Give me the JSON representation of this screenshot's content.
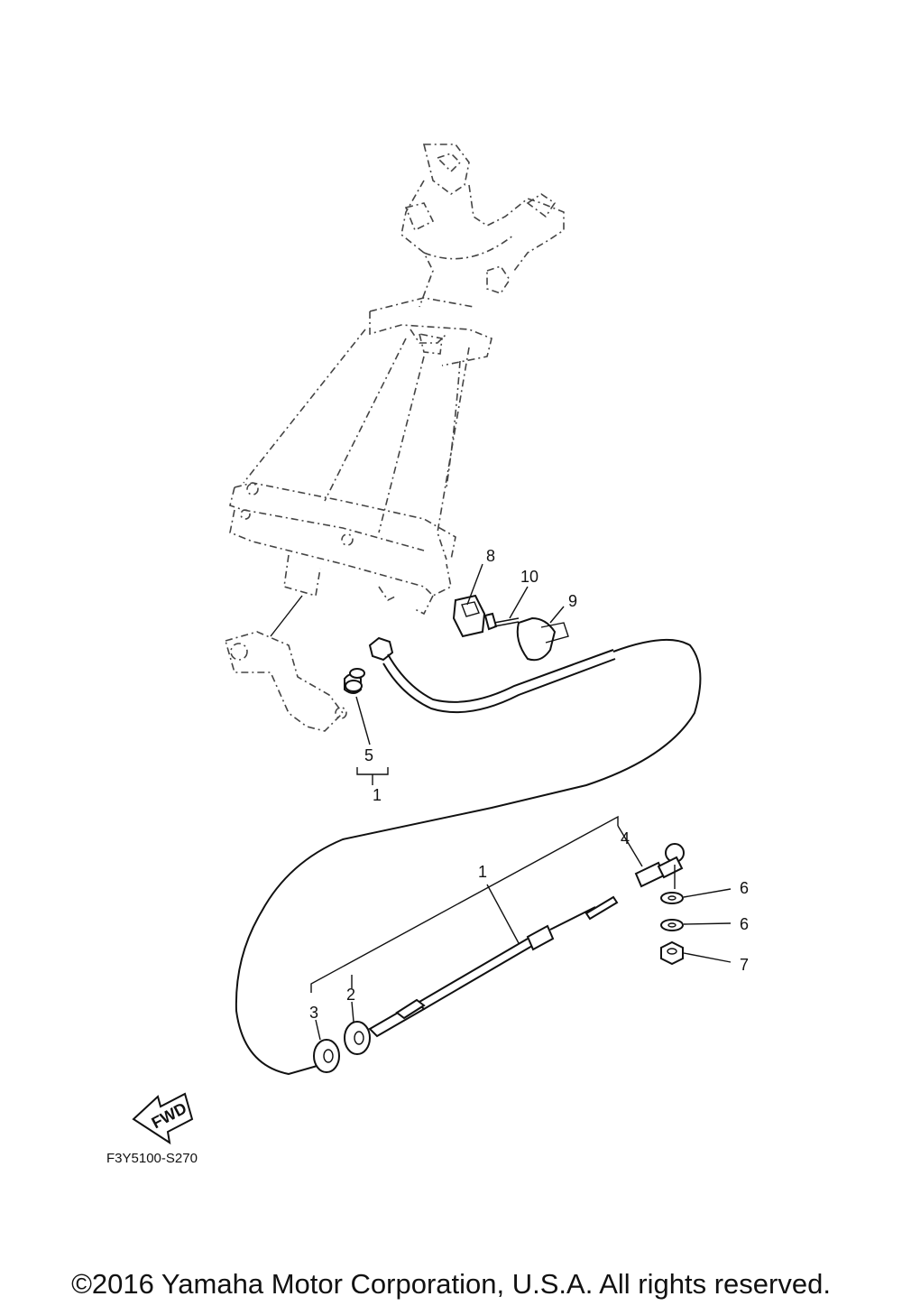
{
  "callouts": {
    "c1a": "1",
    "c1b": "1",
    "c2": "2",
    "c3": "3",
    "c4": "4",
    "c5": "5",
    "c6a": "6",
    "c6b": "6",
    "c7": "7",
    "c8": "8",
    "c9": "9",
    "c10": "10"
  },
  "fwd_label": "FWD",
  "diagram_code": "F3Y5100-S270",
  "copyright": "©2016 Yamaha Motor Corporation, U.S.A. All rights reserved."
}
